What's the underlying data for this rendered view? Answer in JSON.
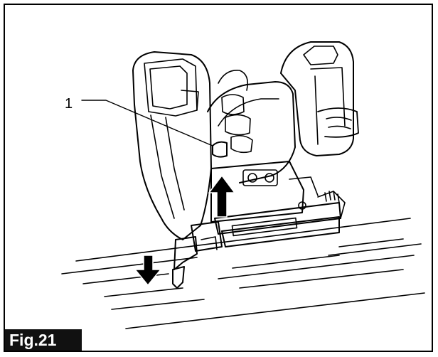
{
  "figure": {
    "label": "Fig.21",
    "callout_number": "1"
  },
  "colors": {
    "line": "#000000",
    "background": "#ffffff",
    "label_bg": "#111111",
    "label_text": "#ffffff"
  },
  "icons": [
    "nailer-illustration",
    "up-arrow-icon",
    "down-arrow-icon"
  ]
}
